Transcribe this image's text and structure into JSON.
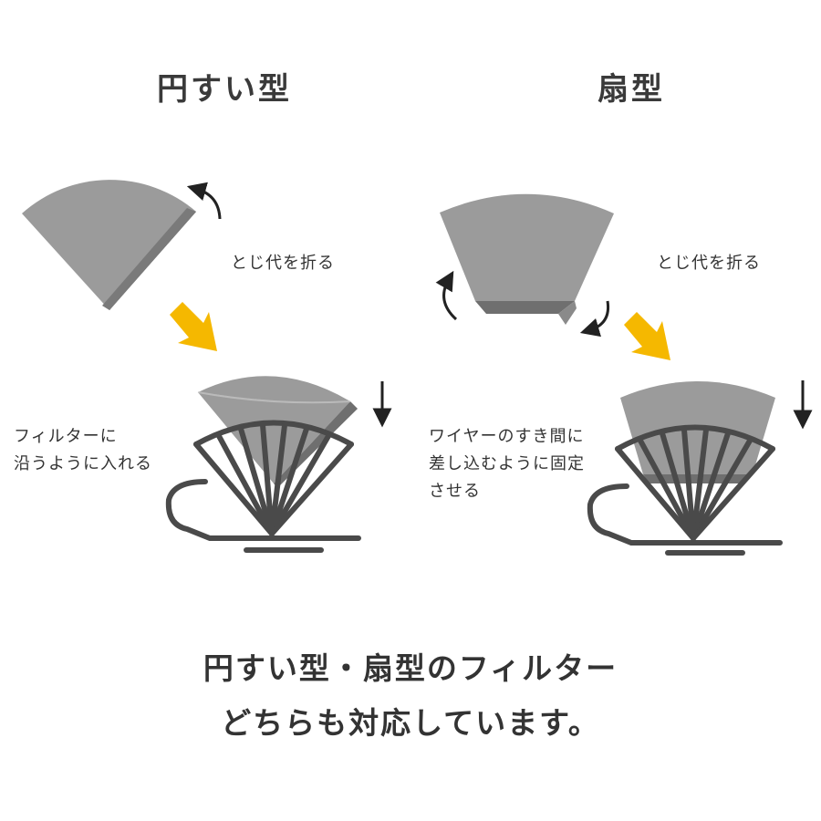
{
  "headings": {
    "cone": "円すい型",
    "fan": "扇型"
  },
  "notes": {
    "fold_left": "とじ代を折る",
    "fold_right": "とじ代を折る",
    "insert_left": [
      "フィルターに",
      "沿うように入れる"
    ],
    "insert_right": [
      "ワイヤーのすき間に",
      "差し込むように固定",
      "させる"
    ]
  },
  "caption": [
    "円すい型・扇型のフィルター",
    "どちらも対応しています。"
  ],
  "colors": {
    "filter_gray": "#9b9b9b",
    "filter_fold": "#6f6f6f",
    "wire": "#4a4a4a",
    "arrow_yellow": "#f5b800",
    "text": "#333333"
  },
  "icons": [
    "curved-arrow-icon",
    "down-arrow-icon",
    "yellow-arrow-icon"
  ]
}
